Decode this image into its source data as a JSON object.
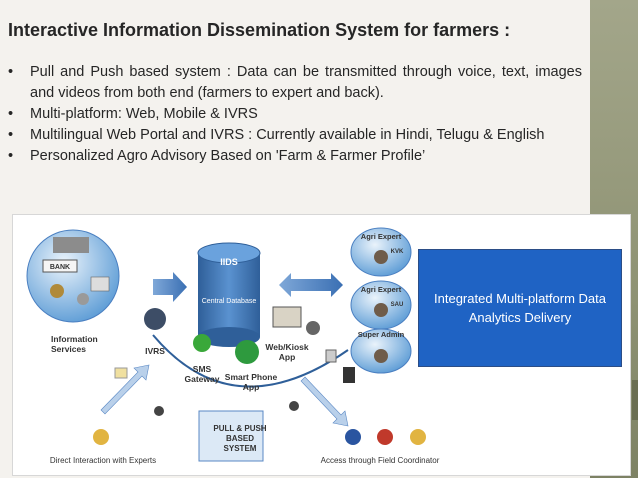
{
  "title": "Interactive Information Dissemination System for farmers :",
  "bullets": [
    "Pull and Push based system : Data can be transmitted through voice, text, images and videos from both end (farmers to expert and back).",
    "Multi-platform: Web, Mobile & IVRS",
    "Multilingual Web Portal and IVRS :  Currently available in Hindi, Telugu & English",
    "Personalized Agro Advisory Based on 'Farm & Farmer Profile’"
  ],
  "diagram": {
    "iids_label": "IIDS",
    "central_db_label": "Central Database",
    "info_services_label": "Information\nServices",
    "ivrs_label": "IVRS",
    "sms_label": "SMS\nGateway",
    "smartphone_label": "Smart Phone\nApp",
    "webkiosk_label": "Web/Kiosk\nApp",
    "agri_expert_1_label": "Agri Expert",
    "kvk_label": "KVK",
    "agri_expert_2_label": "Agri Expert",
    "sau_label": "SAU",
    "super_admin_label": "Super Admin",
    "pull_push_label": "PULL & PUSH\nBASED SYSTEM",
    "direct_interaction_label": "Direct Interaction with Experts",
    "field_coordinator_label": "Access through Field Coordinator",
    "bank_sign": "BANK"
  },
  "callout": "Integrated Multi-platform Data Analytics Delivery",
  "colors": {
    "sidebar": "#8f9374",
    "callout_bg": "#1f63c4",
    "cylinder": "#3f78b8",
    "arrow": "#4a7fc1",
    "circle": "#5b9bd5"
  }
}
